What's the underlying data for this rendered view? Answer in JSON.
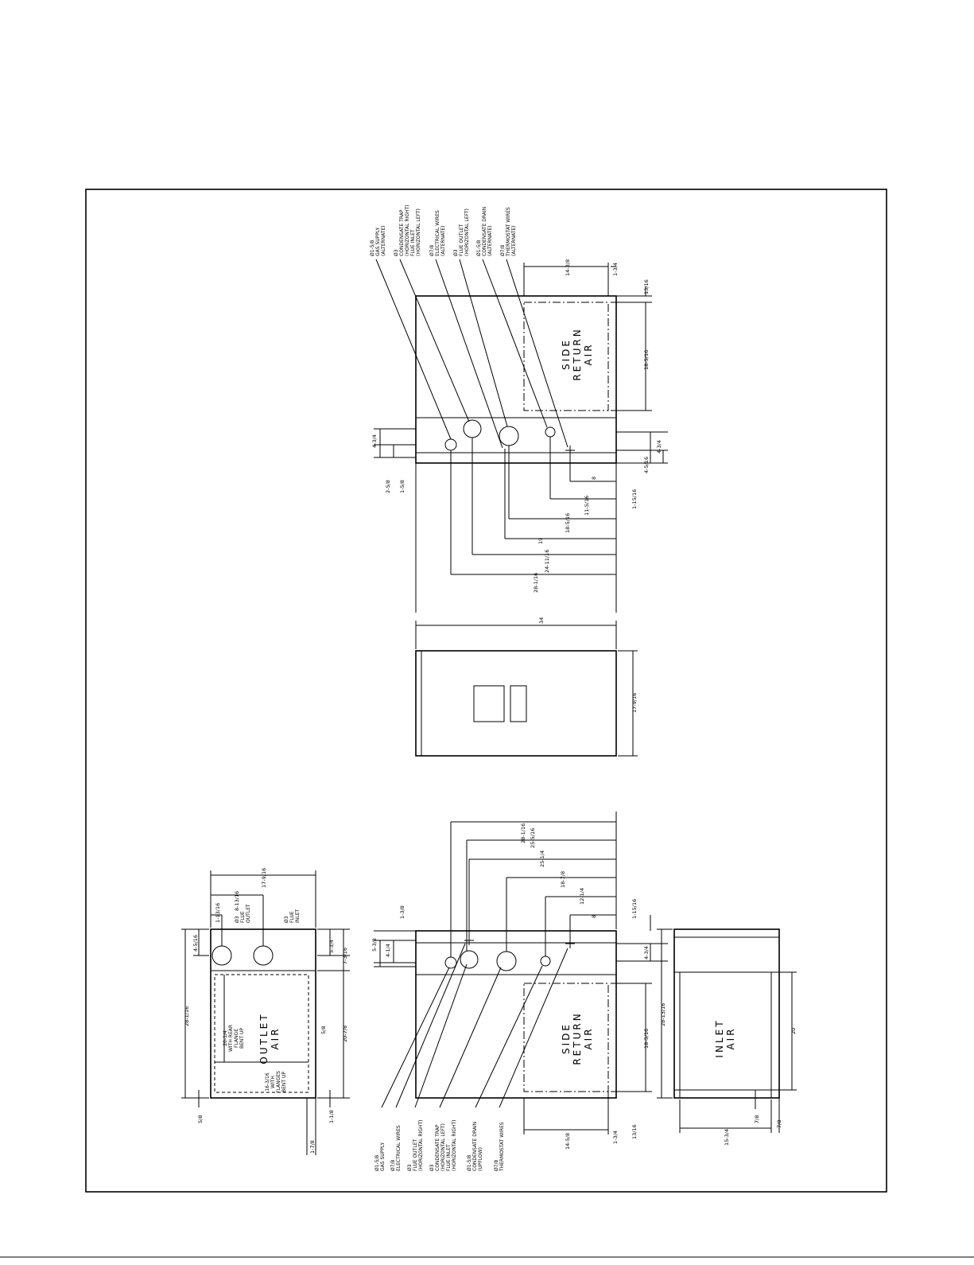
{
  "view1": {
    "label": [
      "SIDE",
      "RETURN",
      "AIR"
    ],
    "callouts": [
      [
        "Ø1-5/8",
        "GAS SUPPLY",
        "(ALTERNATE)"
      ],
      [
        "Ø3",
        "CONDENSATE TRAP",
        "(HORIZONTAL RIGHT)",
        "FLUE INLET",
        "(HORIZONTAL LEFT)"
      ],
      [
        "Ø7/8",
        "ELECTRICAL WIRES",
        "(ALTERNATE)"
      ],
      [
        "Ø3",
        "FLUE OUTLET",
        "(HORIZONTAL LEFT)"
      ],
      [
        "Ø1-5/8",
        "CONDENSATE DRAIN",
        "(ALTERNATE)"
      ],
      [
        "Ø7/8",
        "THERMOSTAT WIRES",
        "(ALTERNATE)"
      ]
    ],
    "dims": {
      "d1": "14-3/8",
      "d2": "1-3/4",
      "d3": "13/16",
      "d4": "18-5/16",
      "d5": "4-3/4",
      "d6": "4-5/16",
      "d7": "2-5/8",
      "d8": "1-5/8",
      "d9": "4-5/16",
      "d10": "4-3/4",
      "d11": "1-15/16",
      "d12": "8",
      "d13": "11-5/16",
      "d14": "18-5/16",
      "d15": "19",
      "d16": "24-11/16",
      "d17": "28-1/16"
    }
  },
  "view2": {
    "dims": {
      "w": "34",
      "h": "17-9/16"
    }
  },
  "view3": {
    "label": [
      "SIDE",
      "RETURN",
      "AIR"
    ],
    "callouts": [
      [
        "Ø1-5/8",
        "GAS SUPPLY"
      ],
      [
        "Ø7/8",
        "ELECTRICAL WIRES"
      ],
      [
        "Ø3",
        "FLUE OUTLET",
        "(HORIZONTAL RIGHT)"
      ],
      [
        "Ø3",
        "CONDENSATE TRAP",
        "(HORIZONTAL LEFT)",
        "FLUE INLET",
        "(HORIZONTAL RIGHT)"
      ],
      [
        "Ø1-5/8",
        "CONDENSATE DRAIN",
        "(UPFLOW)"
      ],
      [
        "Ø7/8",
        "THERMOSTAT WIRES"
      ]
    ],
    "dims": {
      "t1": "28-1/16",
      "t2": "25-5/16",
      "t3": "25-1/4",
      "t4": "18-7/8",
      "t5": "12-1/4",
      "t6": "8",
      "t7": "1-15/16",
      "t8": "1-3/8",
      "t9": "5-3/8",
      "t10": "4-1/4",
      "t11": "4-3/4",
      "t12": "18-5/16",
      "t13": "14-5/8",
      "t14": "1-3/4",
      "t15": "13/16"
    }
  },
  "view4": {
    "label": [
      "OUTLET",
      "AIR"
    ],
    "callouts": [
      [
        "Ø3",
        "FLUE",
        "OUTLET"
      ],
      [
        "Ø3",
        "FLUE",
        "INLET"
      ]
    ],
    "notes": [
      [
        "20-1/4",
        "WITH REAR",
        "FLANGE",
        "BENT UP"
      ],
      [
        "16-3/16",
        "WITH",
        "FLANGES",
        "BENT UP"
      ]
    ],
    "dims": {
      "a1": "17-9/16",
      "a2": "8-13/16",
      "a3": "1-13/16",
      "a4": "4-5/16",
      "a5": "5-3/4",
      "a6": "7-3/16",
      "a7": "28-1/16",
      "a8": "20-7/8",
      "a9": "5/8",
      "a10": "5/8",
      "a11": "1-1/8",
      "a12": "1-7/8"
    }
  },
  "view5": {
    "label": [
      "INLET",
      "AIR"
    ],
    "dims": {
      "b1": "28-13/16",
      "b2": "20",
      "b3": "15-3/4",
      "b4": "7/8",
      "b5": "7/8"
    }
  }
}
